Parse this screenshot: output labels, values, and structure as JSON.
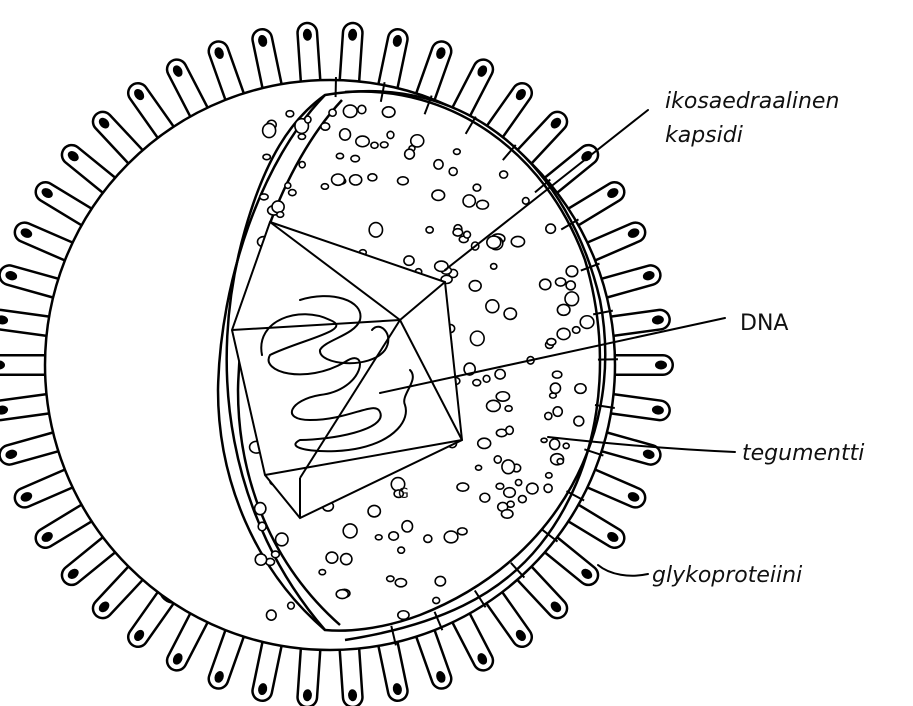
{
  "labels": {
    "capsid_line1": "ikosaedraalinen",
    "capsid_line2": "kapsidi",
    "dna": "DNA",
    "tegument": "tegumentti",
    "glycoprotein": "glykoproteiini",
    "center_mark": "G"
  }
}
